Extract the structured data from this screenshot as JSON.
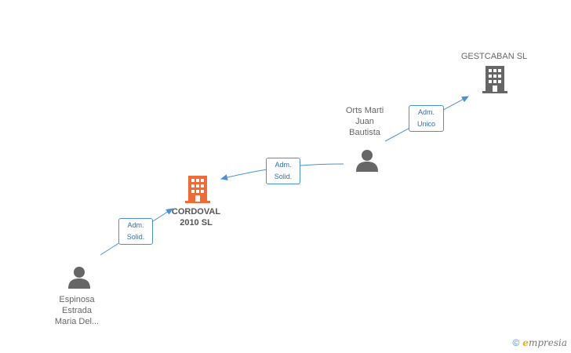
{
  "nodes": {
    "gestcaban": {
      "name": "GESTCABAN SL",
      "icon": "building-icon",
      "color": "#666666"
    },
    "orts": {
      "name_lines": [
        "Orts Marti",
        "Juan",
        "Bautista"
      ],
      "icon": "person-icon",
      "color": "#666666"
    },
    "cordoval": {
      "name_lines": [
        "CORDOVAL",
        "2010 SL"
      ],
      "icon": "building-icon",
      "color": "#f06a35"
    },
    "espinosa": {
      "name_lines": [
        "Espinosa",
        "Estrada",
        "Maria Del..."
      ],
      "icon": "person-icon",
      "color": "#666666"
    }
  },
  "edges": {
    "orts_to_gestcaban": {
      "line1": "Adm.",
      "line2": "Unico"
    },
    "orts_to_cordoval": {
      "line1": "Adm.",
      "line2": "Solid."
    },
    "espinosa_to_cordoval": {
      "line1": "Adm.",
      "line2": "Solid."
    }
  },
  "colors": {
    "edge": "#4a90d9"
  },
  "footer": {
    "copyright": "©",
    "brand_initial": "e",
    "brand_rest": "mpresia"
  }
}
